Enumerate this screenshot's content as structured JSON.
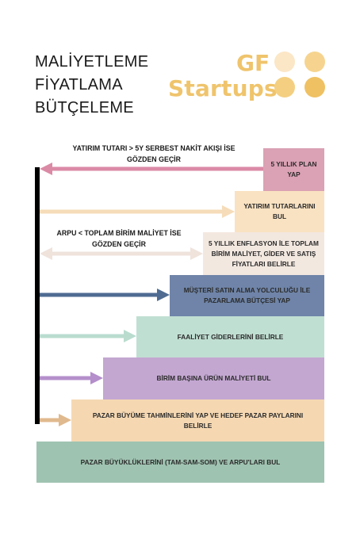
{
  "title": {
    "line1": "MALİYETLEME",
    "line2": "FİYATLAMA",
    "line3": "BÜTÇELEME"
  },
  "logo": {
    "line1": "GF",
    "line2": "Startups",
    "color": "#efc46c",
    "dot_colors": [
      "#fbe6c6",
      "#f6d48f",
      "#f4cf82",
      "#efc163"
    ]
  },
  "annotations": {
    "top": "YATIRIM TUTARI > 5Y SERBEST NAKİT AKIŞI İSE\nGÖZDEN GEÇİR",
    "middle": "ARPU < TOPLAM BİRİM MALİYET İSE\nGÖZDEN GEÇİR"
  },
  "steps": [
    {
      "label": "5 YILLIK PLAN\nYAP",
      "color": "#dba1b4"
    },
    {
      "label": "YATIRIM TUTARLARINI\nBUL",
      "color": "#f9e2c1"
    },
    {
      "label": "5 YILLIK ENFLASYON İLE TOPLAM\nBİRİM MALİYET, GİDER VE SATIŞ\nFİYATLARI BELİRLE",
      "color": "#f3e8e0"
    },
    {
      "label": "MÜŞTERİ SATIN ALMA YOLCULUĞU İLE\nPAZARLAMA BÜTÇESİ YAP",
      "color": "#6f84a8"
    },
    {
      "label": "FAALİYET GİDERLERİNİ BELİRLE",
      "color": "#c0dfd3"
    },
    {
      "label": "BİRİM BAŞINA ÜRÜN MALİYETİ BUL",
      "color": "#c3a7d1"
    },
    {
      "label": "PAZAR BÜYÜME TAHMİNLERİNİ YAP VE HEDEF PAZAR PAYLARINI\nBELİRLE",
      "color": "#f5d8b2"
    },
    {
      "label": "PAZAR BÜYÜKLÜKLERİNİ (TAM-SAM-SOM) VE ARPU'LARI BUL",
      "color": "#9fc3b1"
    }
  ],
  "arrows": [
    {
      "from": "step-1",
      "to": "left-bar",
      "direction": "left",
      "color": "#db8aa6"
    },
    {
      "from": "left-bar",
      "to": "step-2",
      "direction": "right",
      "color": "#f6dcb9"
    },
    {
      "from": "step-3",
      "to": "left-bar",
      "direction": "both",
      "color": "#efe3dc"
    },
    {
      "from": "left-bar",
      "to": "step-4",
      "direction": "right",
      "color": "#4f6b92"
    },
    {
      "from": "left-bar",
      "to": "step-5",
      "direction": "right",
      "color": "#b9dccf"
    },
    {
      "from": "left-bar",
      "to": "step-6",
      "direction": "right",
      "color": "#b48fcb"
    },
    {
      "from": "left-bar",
      "to": "step-7",
      "direction": "right",
      "color": "#e0b98e"
    }
  ]
}
